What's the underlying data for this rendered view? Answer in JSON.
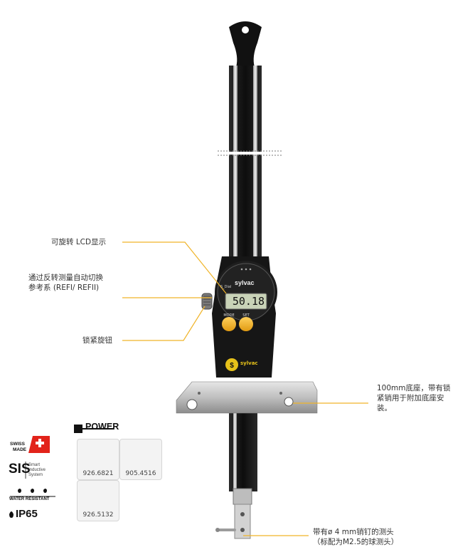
{
  "callouts": {
    "lcd": "可旋转 LCD显示",
    "ref_line1": "通过反转测量自动切换",
    "ref_line2": "参考系 (REFI/ REFII)",
    "knob": "锁紧旋钮",
    "base_line1": "100mm底座，带有锁",
    "base_line2": "紧销用于附加底座安",
    "base_line3": "装。",
    "probe_line1": "带有ø 4 mm销钉的测头",
    "probe_line2": "（标配为M2.5的球测头）"
  },
  "display": {
    "brand": "sylvac",
    "reading": "50.18",
    "model": "S_Dial",
    "button_left": "MODE",
    "button_right": "SET",
    "logo_text": "sylvac"
  },
  "power": {
    "title": "POWER",
    "items": [
      {
        "code": "926.6821",
        "icon": "usb-cable-icon"
      },
      {
        "code": "905.4516",
        "icon": "rs232-cable-icon"
      },
      {
        "code": "926.5132",
        "icon": "wireless-module-icon"
      }
    ]
  },
  "badges": {
    "swiss_line1": "SWISS",
    "swiss_line2": "MADE",
    "sis": "SIS",
    "sis_desc1": "Smart",
    "sis_desc2": "Inductive",
    "sis_desc3": "System",
    "water": "WATER RESISTANT",
    "ip": "IP65"
  },
  "colors": {
    "accent": "#f5a623",
    "body_black": "#1a1a1a",
    "callout_line": "#f0b429"
  }
}
